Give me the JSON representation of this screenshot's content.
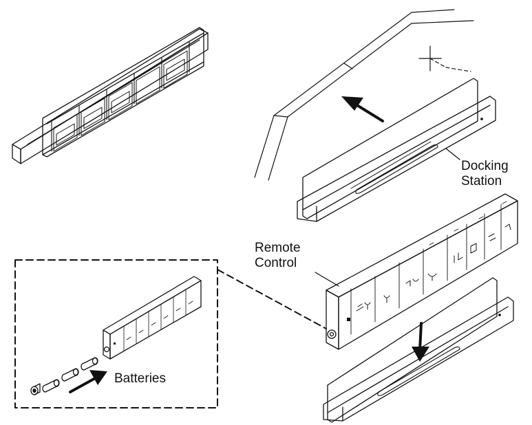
{
  "labels": {
    "docking_station": [
      "Docking",
      "Station"
    ],
    "remote_control": [
      "Remote",
      "Control"
    ],
    "batteries": "Batteries"
  },
  "colors": {
    "line": "#111111",
    "background": "#ffffff"
  }
}
